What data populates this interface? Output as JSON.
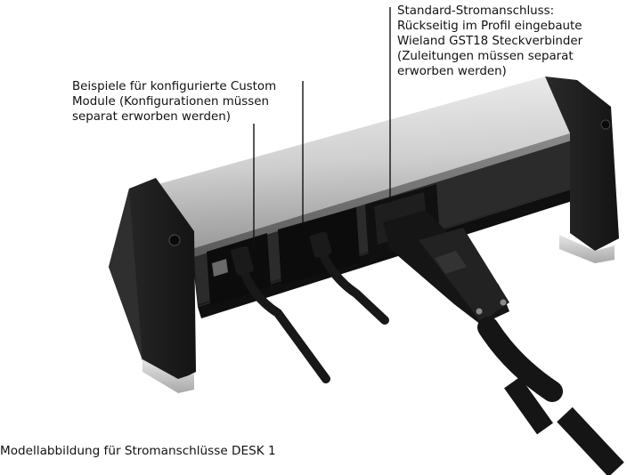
{
  "callouts": {
    "custom_modules": {
      "lines": [
        "Beispiele für konfigurierte Custom",
        "Module (Konfigurationen müssen",
        "separat erworben werden)"
      ]
    },
    "standard_power": {
      "lines": [
        "Standard-Stromanschluss:",
        "Rückseitig im Profil eingebaute",
        "Wieland GST18 Steckverbinder",
        "(Zuleitungen müssen separat",
        "erworben werden)"
      ]
    }
  },
  "caption": "Modellabbildung für Stromanschlüsse DESK 1"
}
